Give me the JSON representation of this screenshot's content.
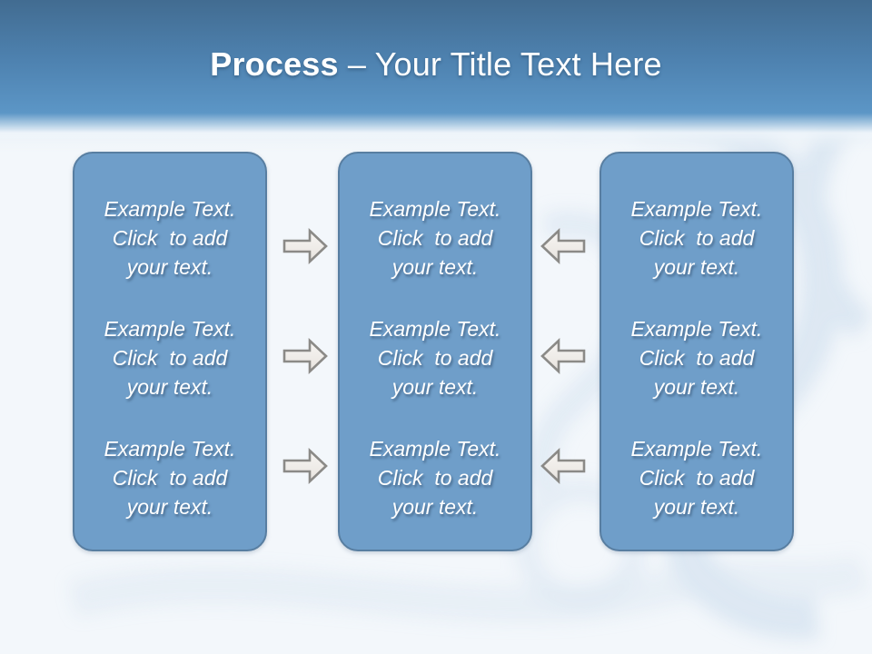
{
  "title": {
    "bold": "Process",
    "rest": "– Your Title Text Here"
  },
  "boxes": [
    {
      "name": "left",
      "paragraphs": [
        [
          "Example Text.",
          "Click  to add",
          "your text."
        ],
        [
          "Example Text.",
          "Click  to add",
          "your text."
        ],
        [
          "Example Text.",
          "Click  to add",
          "your text."
        ]
      ]
    },
    {
      "name": "middle",
      "paragraphs": [
        [
          "Example Text.",
          "Click  to add",
          "your text."
        ],
        [
          "Example Text.",
          "Click  to add",
          "your text."
        ],
        [
          "Example Text.",
          "Click  to add",
          "your text."
        ]
      ]
    },
    {
      "name": "right",
      "paragraphs": [
        [
          "Example Text.",
          "Click  to add",
          "your text."
        ],
        [
          "Example Text.",
          "Click  to add",
          "your text."
        ],
        [
          "Example Text.",
          "Click  to add",
          "your text."
        ]
      ]
    }
  ],
  "arrows": {
    "left_gap_direction": "right",
    "right_gap_direction": "left",
    "rows_per_gap": 3
  },
  "colors": {
    "header_top": "#426C91",
    "header_mid": "#5C96C6",
    "bg_base": "#F3F7FB",
    "swirl": "#CBDCEC",
    "box_fill": "#6F9EC9",
    "box_border": "#587EA1",
    "arrow_fill": "#EFECE9",
    "arrow_border": "#8B8A87",
    "text_color": "#FFFFFF"
  }
}
